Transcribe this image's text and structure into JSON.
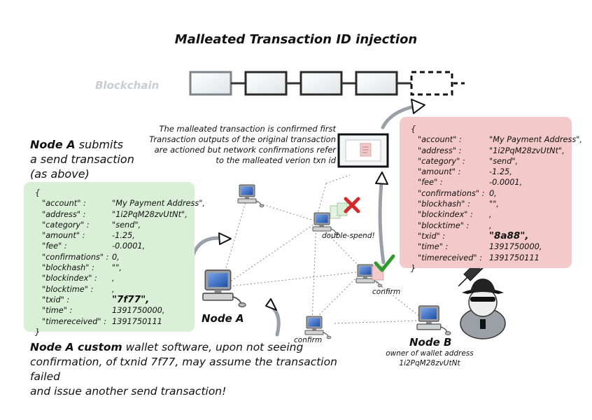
{
  "title": "Malleated Transaction ID injection",
  "blockchain_label": "Blockchain",
  "node_a_heading": {
    "bold": "Node A",
    "rest_line1": " submits",
    "line2": "a send transaction",
    "line3": "(as above)"
  },
  "malleated_note": [
    "The malleated transaction is confirmed first",
    "Transaction outputs of the original transaction",
    "are actioned but network confirmations refer",
    "to the malleated verion txn id"
  ],
  "double_spend_label": "double-spend!",
  "confirm_label": "confirm",
  "node_a_label": "Node A",
  "node_b_label": "Node B",
  "node_b_caption": [
    "owner of wallet address",
    "1i2PqM28zvUtNt"
  ],
  "bottom_text": {
    "bold": "Node A custom",
    "line1_rest": " wallet software, upon not seeing",
    "line2": "confirmation, of txnid 7f77, may assume the transaction failed",
    "line3": "and issue another send transaction!"
  },
  "transaction_a": {
    "open": "{",
    "close": "}",
    "rows": [
      {
        "k": "\"account\" :",
        "v": "\"My Payment Address\","
      },
      {
        "k": "\"address\" :",
        "v": "\"1i2PqM28zvUtNt\","
      },
      {
        "k": "\"category\" :",
        "v": "\"send\","
      },
      {
        "k": "\"amount\" :",
        "v": "-1.25,"
      },
      {
        "k": "\"fee\" :",
        "v": "-0.0001,"
      },
      {
        "k": "\"confirmations\" :",
        "v": "0,"
      },
      {
        "k": "\"blockhash\" :",
        "v": "\"\","
      },
      {
        "k": "\"blockindex\" :",
        "v": ","
      },
      {
        "k": "\"blocktime\" :",
        "v": ","
      },
      {
        "k": "\"txid\" :",
        "v": "\"7f77\","
      },
      {
        "k": "\"time\" :",
        "v": "1391750000,"
      },
      {
        "k": "\"timereceived\" :",
        "v": "1391750111"
      }
    ]
  },
  "transaction_b": {
    "open": "{",
    "close": "}",
    "rows": [
      {
        "k": "\"account\" :",
        "v": "\"My Payment Address\","
      },
      {
        "k": "\"address\" :",
        "v": "\"1i2PqM28zvUtNt\","
      },
      {
        "k": "\"category\" :",
        "v": "\"send\","
      },
      {
        "k": "\"amount\" :",
        "v": "-1.25,"
      },
      {
        "k": "\"fee\" :",
        "v": "-0.0001,"
      },
      {
        "k": "\"confirmations\" :",
        "v": "0,"
      },
      {
        "k": "\"blockhash\" :",
        "v": "\"\","
      },
      {
        "k": "\"blockindex\" :",
        "v": ","
      },
      {
        "k": "\"blocktime\" :",
        "v": ","
      },
      {
        "k": "\"txid\" :",
        "v": "\"8a88\","
      },
      {
        "k": "\"time\" :",
        "v": "1391750000,"
      },
      {
        "k": "\"timereceived\" :",
        "v": "1391750111"
      }
    ]
  },
  "colors": {
    "panel_a": "#d9efd6",
    "panel_b": "#f4c9c9",
    "cross": "#d62a2a",
    "check": "#2e9b2e",
    "blockchain_faded": "#c7cdd2"
  },
  "icons": [
    "computer-icon",
    "spy-icon",
    "syringe-icon",
    "cross-icon",
    "check-icon",
    "document-icon"
  ]
}
